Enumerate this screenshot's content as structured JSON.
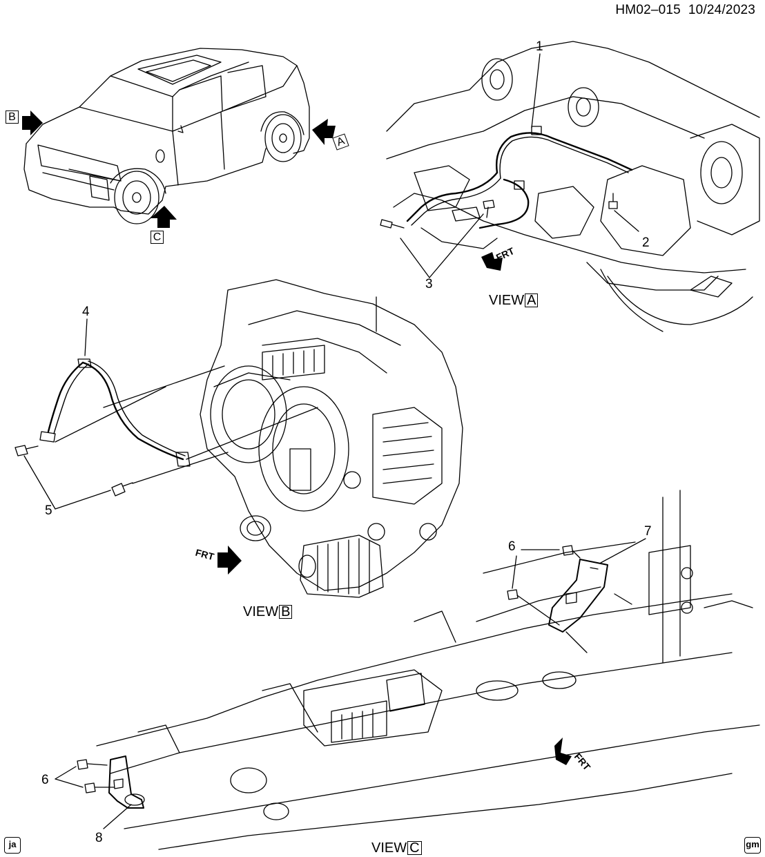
{
  "header": {
    "code": "HM02–015",
    "date": "10/24/2023"
  },
  "view_labels": {
    "prefix": "VIEW",
    "a": "A",
    "b": "B",
    "c": "C"
  },
  "callouts": [
    "1",
    "2",
    "3",
    "4",
    "5",
    "6",
    "7",
    "8"
  ],
  "arrow_tags": {
    "a": "A",
    "b": "B",
    "c": "C"
  },
  "front_marker": "FRT",
  "corner_marks": {
    "left": "ja",
    "right": "gm"
  },
  "colors": {
    "line": "#000000",
    "background": "#ffffff",
    "arrow": "#000000"
  }
}
